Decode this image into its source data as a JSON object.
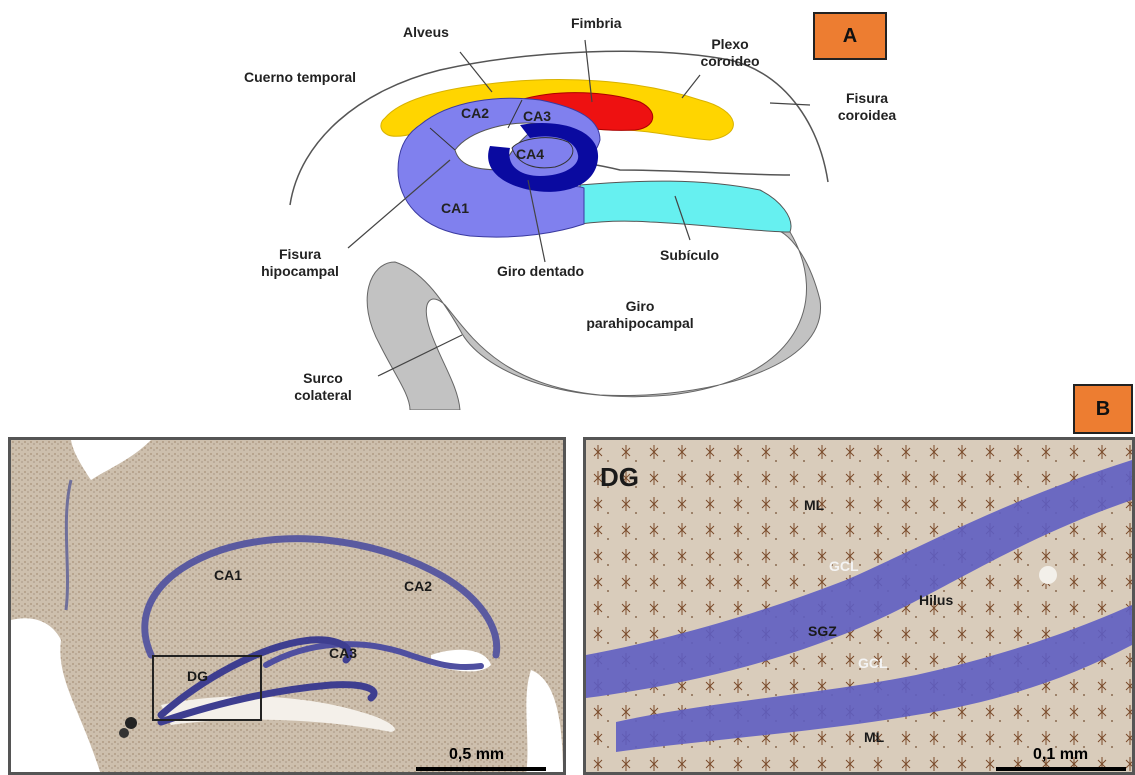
{
  "panel_a": {
    "badge": "A",
    "labels": {
      "cuerno_temporal": "Cuerno temporal",
      "alveus": "Alveus",
      "fimbria": "Fimbria",
      "plexo_coroideo_1": "Plexo",
      "plexo_coroideo_2": "coroideo",
      "fisura_coroidea_1": "Fisura",
      "fisura_coroidea_2": "coroidea",
      "ca1": "CA1",
      "ca2": "CA2",
      "ca3": "CA3",
      "ca4": "CA4",
      "fisura_hipocampal_1": "Fisura",
      "fisura_hipocampal_2": "hipocampal",
      "giro_dentado": "Giro dentado",
      "subiculo": "Subículo",
      "giro_parahipocampal_1": "Giro",
      "giro_parahipocampal_2": "parahipocampal",
      "surco_colateral_1": "Surco",
      "surco_colateral_2": "colateral"
    },
    "colors": {
      "ca_fields": "#8080ee",
      "dentate": "#0a0aa0",
      "plexus": "#ffd500",
      "fimbria": "#ee1111",
      "subiculum": "#66f0f0",
      "parahippocampal": "#c2c2c2"
    }
  },
  "panel_b": {
    "badge": "B",
    "left": {
      "labels": {
        "ca1": "CA1",
        "ca2": "CA2",
        "ca3": "CA3",
        "dg": "DG"
      },
      "scale": "0,5 mm"
    },
    "right": {
      "labels": {
        "dg": "DG",
        "ml_top": "ML",
        "gcl_top": "GCL",
        "hilus": "Hilus",
        "sgz": "SGZ",
        "gcl_bottom": "GCL",
        "ml_bottom": "ML"
      },
      "scale": "0,1 mm"
    }
  }
}
